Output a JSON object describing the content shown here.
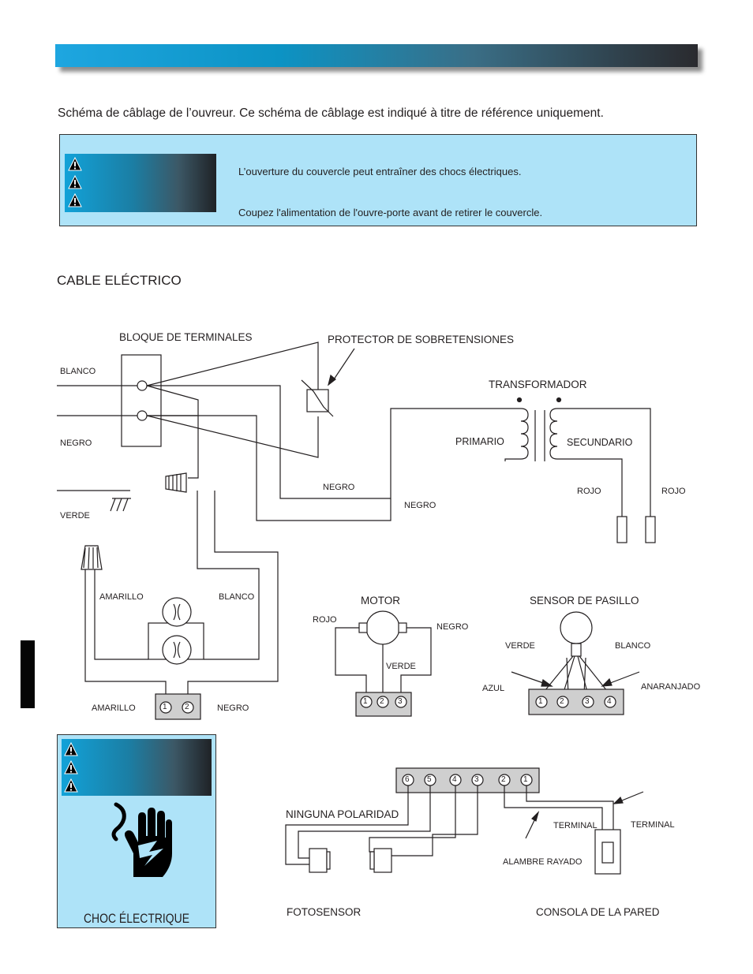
{
  "intro_text": "Schéma de câblage de l’ouvreur. Ce schéma de câblage est indiqué à titre de référence uniquement.",
  "warning": {
    "line1": "L’ouverture  du couvercle peut entraîner des chocs électriques.",
    "line2": "Coupez l'alimentation de l'ouvre-porte avant de retirer le couvercle."
  },
  "section_title": "CABLE ELÉCTRICO",
  "labels": {
    "terminal_block": "BLOQUE DE TERMINALES",
    "surge_protector": "PROTECTOR DE SOBRETENSIONES",
    "transformer": "TRANSFORMADOR",
    "primary": "PRIMARIO",
    "secondary": "SECUNDARIO",
    "blanco_top": "BLANCO",
    "negro_top": "NEGRO",
    "verde_ground": "VERDE",
    "negro_wire1": "NEGRO",
    "negro_wire2": "NEGRO",
    "rojo_left": "ROJO",
    "rojo_right": "ROJO",
    "amarillo_cap": "AMARILLO",
    "blanco_cap": "BLANCO",
    "amarillo_term": "AMARILLO",
    "negro_term": "NEGRO",
    "motor": "MOTOR",
    "motor_rojo": "ROJO",
    "motor_negro": "NEGRO",
    "motor_verde": "VERDE",
    "hall_sensor": "SENSOR DE PASILLO",
    "hs_verde": "VERDE",
    "hs_blanco": "BLANCO",
    "hs_azul": "AZUL",
    "hs_naranja": "ANARANJADO",
    "no_polarity": "NINGUNA POLARIDAD",
    "terminal1": "TERMINAL",
    "terminal2": "TERMINAL",
    "striped_wire": "ALAMBRE RAYADO",
    "photosensor": "FOTOSENSOR",
    "wall_console": "CONSOLA DE LA PARED"
  },
  "terminal_numbers": {
    "cap_block": [
      "1",
      "2"
    ],
    "motor_block": [
      "1",
      "2",
      "3"
    ],
    "hall_block": [
      "1",
      "2",
      "3",
      "4"
    ],
    "main_block": [
      "6",
      "5",
      "4",
      "3",
      "2",
      "1"
    ]
  },
  "shock_caption": "CHOC ÉLECTRIQUE",
  "icons": [
    "warning-triangle-icon",
    "electric-shock-hand-icon"
  ],
  "colors": {
    "banner_start": "#1ea6e0",
    "banner_end": "#2a2a2e",
    "warning_bg": "#aee3f8",
    "terminal_fill": "#cfcfcf"
  }
}
